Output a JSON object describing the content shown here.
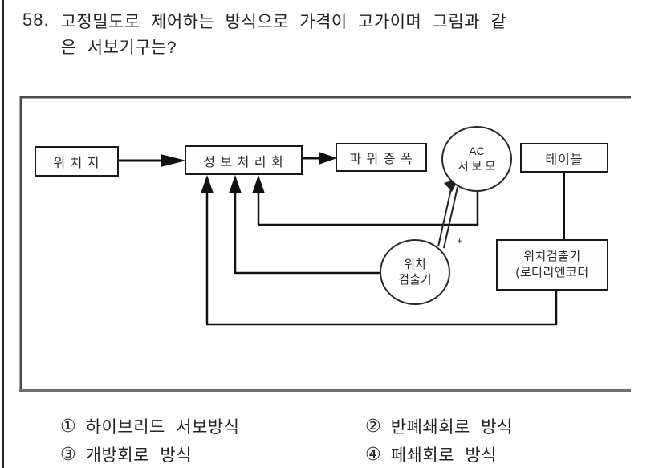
{
  "question": {
    "number": "58.",
    "line1": "고정밀도로 제어하는 방식으로 가격이 고가이며 그림과 같",
    "line2": "은 서보기구는?"
  },
  "diagram": {
    "nodes": {
      "position_command": "위 치 지",
      "info_processing": "정 보 처 리 회",
      "power_amp": "파 워 증 폭",
      "ac_servo_line1": "AC",
      "ac_servo_line2": "서 보 모",
      "table": "테이블",
      "pos_detector_line1": "위치",
      "pos_detector_line2": "검출기",
      "rotary_encoder_line1": "위치검출기",
      "rotary_encoder_line2": "(로터리엔코더",
      "plus_mark": "+"
    }
  },
  "options": [
    {
      "marker": "①",
      "label": "하이브리드 서보방식"
    },
    {
      "marker": "②",
      "label": "반폐쇄회로 방식"
    },
    {
      "marker": "③",
      "label": "개방회로 방식"
    },
    {
      "marker": "④",
      "label": "페쇄회로 방식"
    }
  ],
  "colors": {
    "ink": "#1c1c1c",
    "frame_gray": "#555555",
    "frame_bottom_gray": "#6e6e6e"
  }
}
